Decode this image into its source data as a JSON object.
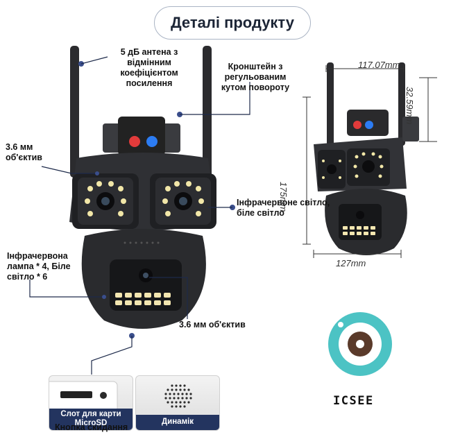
{
  "header": {
    "title": "Деталі продукту"
  },
  "callouts": {
    "antenna": "5 дБ антена з відмінним коефіцієнтом посилення",
    "bracket": "Кронштейн з регульованим кутом повороту",
    "lens_left": "3.6 мм об'єктив",
    "ir_light": "Інфрачервоне світло, біле світло",
    "ir_lamp": "Інфрачервона лампа * 4, Біле світло * 6",
    "lens_bottom": "3.6 мм об'єктив"
  },
  "dimensions": {
    "width_top": "117.07mm",
    "depth": "32.59mm",
    "height": "175mm",
    "width_bottom": "127mm"
  },
  "thumbnails": {
    "slot_label": "Слот для карти MicroSD",
    "speaker_label": "Динамік"
  },
  "footer": {
    "reset_label": "Кнопка скидання"
  },
  "brand": {
    "name": "ICSEE"
  },
  "colors": {
    "navy": "#23345f",
    "teal": "#4cc3c4",
    "dark_body": "#2a2b2e",
    "lens_brown": "#5a3a2a"
  }
}
